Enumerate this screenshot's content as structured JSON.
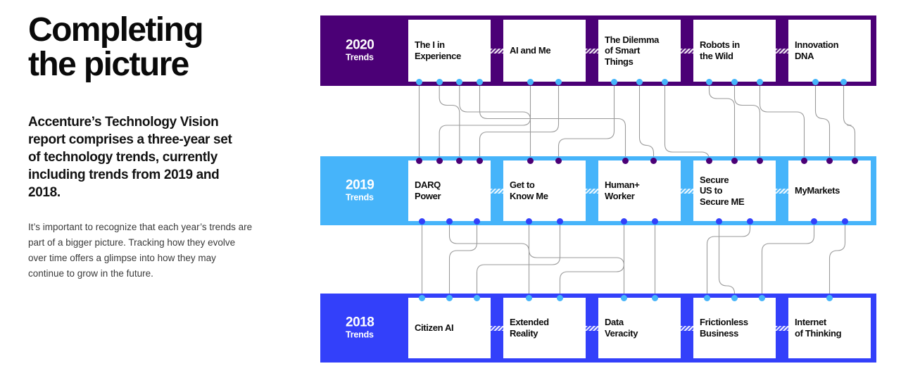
{
  "left_panel": {
    "title": "Completing\nthe picture",
    "lead": "Accenture’s Technology Vision report comprises a three-year set of technology trends, currently including trends from 2019 and 2018.",
    "body": "It’s important to recognize that each year’s trends are part of a bigger picture. Tracking how they evolve over time offers a glimpse into how they may continue to grow in the future."
  },
  "colors": {
    "band_2020": "#4b0076",
    "band_2019": "#46b4fa",
    "band_2018": "#3340fa",
    "card_bg": "#ffffff",
    "wire": "#9a9a9a",
    "dot_blue": "#46b4fa",
    "dot_purple": "#4b0076",
    "dot_indigo": "#3340fa"
  },
  "chart_data": {
    "type": "diagram",
    "title": "Completing the picture",
    "description": "Three-year Accenture Technology Vision trend rows (2020, 2019, 2018) with wired linkages between trends across years.",
    "rows": [
      {
        "year": "2020",
        "sub": "Trends",
        "color": "#4b0076",
        "trends": [
          "The I in\nExperience",
          "AI and Me",
          "The Dilemma\nof Smart\nThings",
          "Robots in\nthe Wild",
          "Innovation\nDNA"
        ],
        "bottom_dot_counts": [
          4,
          2,
          3,
          3,
          2
        ]
      },
      {
        "year": "2019",
        "sub": "Trends",
        "color": "#46b4fa",
        "trends": [
          "DARQ\nPower",
          "Get to\nKnow Me",
          "Human+\nWorker",
          "Secure\nUS to\nSecure ME",
          "MyMarkets"
        ],
        "top_dot_counts": [
          4,
          2,
          2,
          3,
          3
        ],
        "bottom_dot_counts": [
          3,
          2,
          2,
          2,
          2
        ]
      },
      {
        "year": "2018",
        "sub": "Trends",
        "color": "#3340fa",
        "trends": [
          "Citizen AI",
          "Extended\nReality",
          "Data\nVeracity",
          "Frictionless\nBusiness",
          "Internet\nof Thinking"
        ],
        "top_dot_counts": [
          3,
          2,
          2,
          3,
          1
        ]
      }
    ]
  }
}
